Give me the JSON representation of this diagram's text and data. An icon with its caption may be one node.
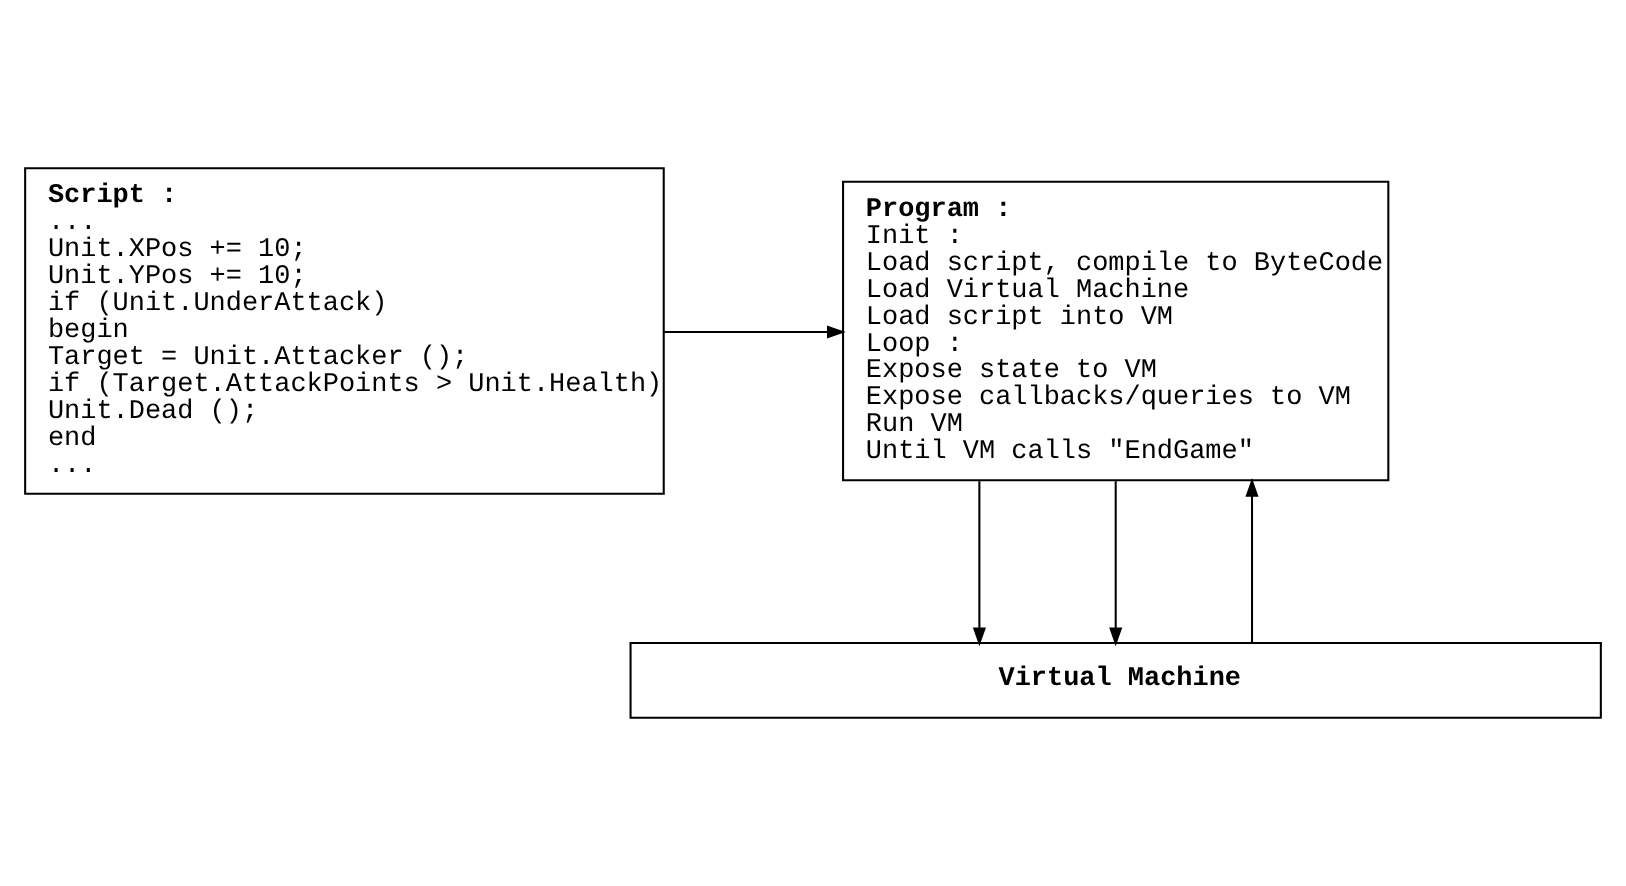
{
  "diagram": {
    "nodes": [
      {
        "text": [
          "Program :",
          "Init :",
          "Load script, compile to ByteCode",
          "Load Virtual Machine",
          "Load script into VM",
          "Loop :",
          "Expose state to VM",
          "Expose callbacks/queries to VM",
          "Run VM",
          "Until VM calls \"EndGame\""
        ]
      },
      {
        "text": [
          "Script :",
          "...",
          "Unit.XPos += 10;",
          "Unit.YPos += 10;",
          "if (Unit.UnderAttack)",
          "begin",
          "Target = Unit.Attacker ();",
          "if (Target.AttackPoints > Unit.Health)",
          "Unit.Dead ();",
          "end",
          "..."
        ]
      },
      {
        "text": [
          "Virtual Machine"
        ]
      }
    ],
    "edges": [
      {
        "from": 1,
        "to": 0,
        "arrow": "to"
      },
      {
        "from": 0,
        "to": 2,
        "arrow": "to"
      },
      {
        "from": 2,
        "to": 0,
        "arrow": "to"
      },
      {
        "from": 0,
        "to": 2,
        "arrow": "to"
      }
    ]
  }
}
